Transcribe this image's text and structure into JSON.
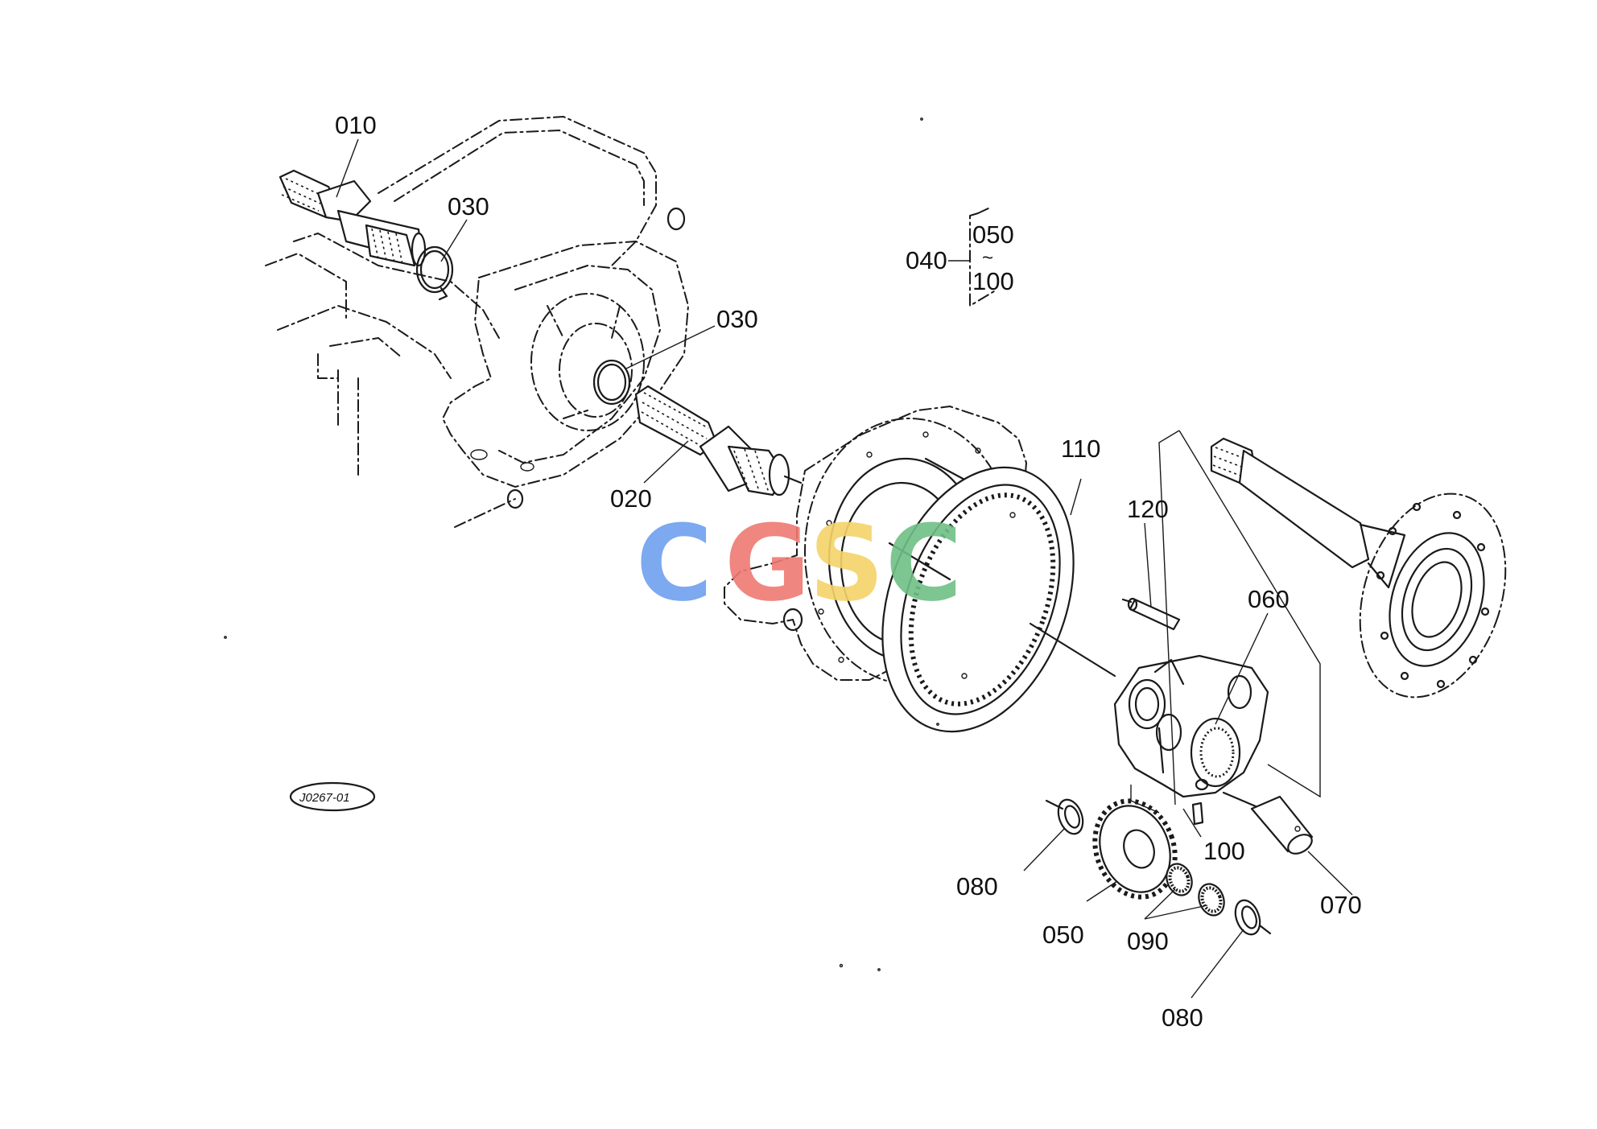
{
  "diagram_code": "J0267-01",
  "watermark": {
    "letters": [
      {
        "char": "C",
        "color": "#6ea0ee"
      },
      {
        "char": "G",
        "color": "#ee7a72"
      },
      {
        "char": "S",
        "color": "#f5d36a"
      },
      {
        "char": "C",
        "color": "#6fbf86"
      }
    ]
  },
  "labels": {
    "l010": "010",
    "l030a": "030",
    "l030b": "030",
    "l020": "020",
    "l110": "110",
    "l120": "120",
    "l060": "060",
    "l100": "100",
    "l080a": "080",
    "l050": "050",
    "l090": "090",
    "l080b": "080",
    "l070": "070"
  },
  "assembly": {
    "parent": "040",
    "from": "050",
    "tilde": "~",
    "to": "100"
  }
}
